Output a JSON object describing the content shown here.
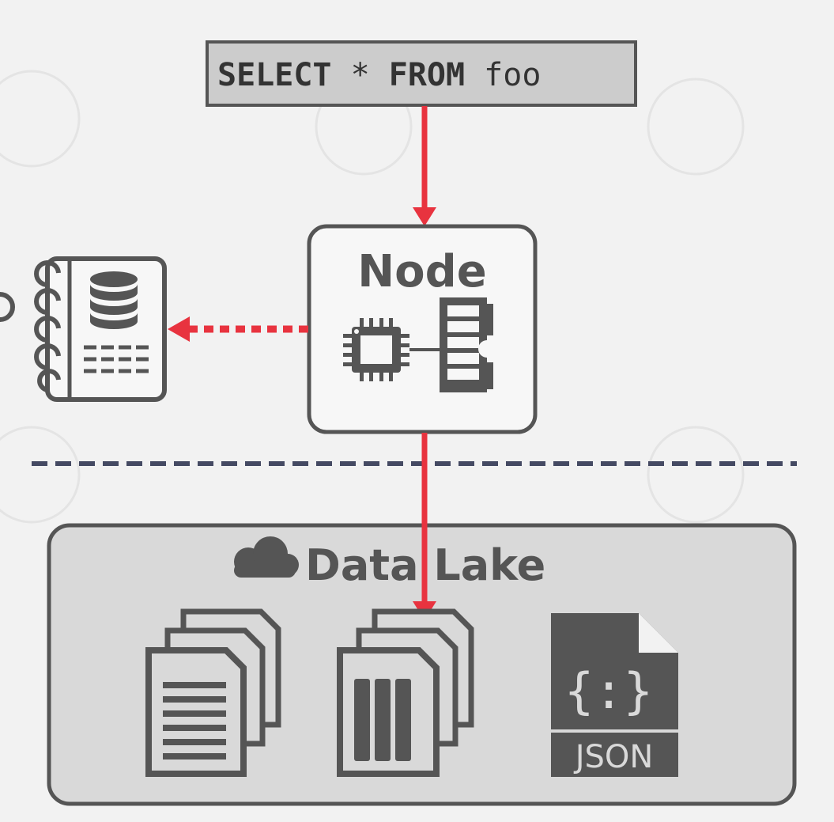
{
  "query": {
    "keyword_select": "SELECT",
    "star": " * ",
    "keyword_from": "FROM",
    "table": " foo"
  },
  "node": {
    "label": "Node"
  },
  "lake": {
    "label": "Data Lake"
  },
  "json_file": {
    "badge": "JSON",
    "glyph": "{:}"
  },
  "colors": {
    "accent_red": "#e8333f",
    "gray_dark": "#555555",
    "gray_mid": "#666666",
    "dash_line": "#454a63",
    "background": "#f2f2f2"
  },
  "icons": [
    "cloud-icon",
    "cpu-icon",
    "memory-icon",
    "catalog-icon",
    "database-icon",
    "text-files-icon",
    "columnar-files-icon",
    "json-file-icon"
  ]
}
